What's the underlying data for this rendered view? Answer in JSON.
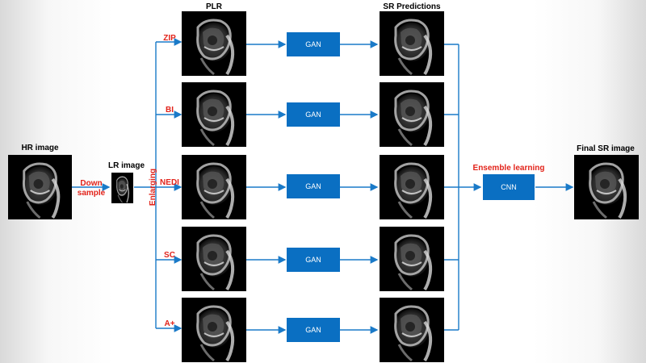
{
  "labels": {
    "hr_image": "HR image",
    "lr_image": "LR image",
    "plr": "PLR",
    "sr_predictions": "SR Predictions",
    "final_sr_image": "Final SR image",
    "down_sample_line1": "Down",
    "down_sample_line2": "sample",
    "enlarging": "Enlarging",
    "ensemble_learning": "Ensemble learning"
  },
  "methods": [
    "ZIP",
    "BI",
    "NEDI",
    "SC",
    "A+"
  ],
  "gan_label": "GAN",
  "cnn_label": "CNN",
  "colors": {
    "accent_red": "#e2231a",
    "box_blue": "#0a6fc2",
    "arrow_blue": "#1a7ac8"
  },
  "image_kind": "knee-mri-icon"
}
